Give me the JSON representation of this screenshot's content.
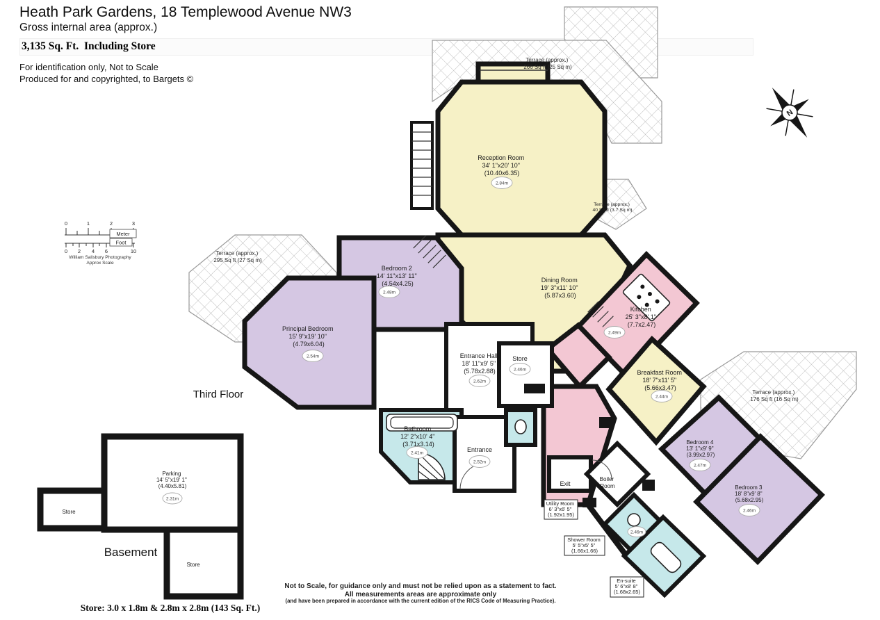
{
  "header": {
    "title": "Heath Park Gardens, 18 Templewood Avenue NW3",
    "subtitle": "Gross internal area (approx.)",
    "area": "3,135 Sq. Ft.  Including Store",
    "note1": "For identification only, Not to Scale",
    "note2": "Produced for and copyrighted, to Bargets ©"
  },
  "floors": {
    "third": "Third Floor",
    "basement": "Basement"
  },
  "rooms": {
    "reception": {
      "name": "Reception Room",
      "ft": "34' 1\"x20' 10\"",
      "m": "(10.40x6.35)",
      "h": "2.84m"
    },
    "dining": {
      "name": "Dining Room",
      "ft": "19' 3\"x11' 10\"",
      "m": "(5.87x3.60)"
    },
    "kitchen": {
      "name": "Kitchen",
      "ft": "25' 3\"x8' 1\"",
      "m": "(7.7x2.47)",
      "h": "2.49m"
    },
    "breakfast": {
      "name": "Breakfast Room",
      "ft": "18' 7\"x11' 5\"",
      "m": "(5.66x3.47)",
      "h": "2.44m"
    },
    "bedroom2": {
      "name": "Bedroom 2",
      "ft": "14' 11\"x13' 11\"",
      "m": "(4.54x4.25)",
      "h": "2.48m"
    },
    "principal": {
      "name": "Principal Bedroom",
      "ft": "15' 9\"x19' 10\"",
      "m": "(4.79x6.04)",
      "h": "2.54m"
    },
    "hall": {
      "name": "Entrance Hall",
      "ft": "18' 11\"x9' 5\"",
      "m": "(5.78x2.88)",
      "h": "2.62m"
    },
    "store": {
      "name": "Store",
      "h": "2.46m"
    },
    "bathroom": {
      "name": "Bathroom",
      "ft": "12' 2\"x10' 4\"",
      "m": "(3.71x3.14)",
      "h": "2.41m"
    },
    "entrance": {
      "name": "Entrance",
      "h": "2.52m"
    },
    "exit": {
      "name": "Exit"
    },
    "boiler": {
      "line1": "Boiler",
      "line2": "Room"
    },
    "utility": {
      "name": "Utility Room",
      "ft": "6' 3\"x6' 5\"",
      "m": "(1.92x1.95)"
    },
    "shower": {
      "name": "Shower Room",
      "ft": "5' 5\"x5' 5\"",
      "m": "(1.66x1.66)",
      "h": "2.46m"
    },
    "ensuite": {
      "name": "En-suite",
      "ft": "5' 6\"x8' 8\"",
      "m": "(1.68x2.65)"
    },
    "bedroom4": {
      "name": "Bedroom 4",
      "ft": "13' 1\"x9' 9\"",
      "m": "(3.99x2.97)",
      "h": "2.47m"
    },
    "bedroom3": {
      "name": "Bedroom 3",
      "ft": "18' 8\"x9' 8\"",
      "m": "(5.68x2.95)",
      "h": "2.46m"
    }
  },
  "terraces": {
    "top": {
      "line1": "Terrace (approx.)",
      "line2": "266 Sq ft (25 Sq m)"
    },
    "left": {
      "line1": "Terrace (approx.)",
      "line2": "295 Sq ft (27 Sq m)"
    },
    "small": {
      "line1": "Terrace (approx.)",
      "line2": "40 Sq ft (3.7 Sq m)"
    },
    "right": {
      "line1": "Terrace (approx.)",
      "line2": "176 Sq ft (16 Sq m)"
    }
  },
  "basement": {
    "parking": {
      "name": "Parking",
      "ft": "14' 5\"x19' 1\"",
      "m": "(4.40x5.81)",
      "h": "2.31m"
    },
    "store_left": "Store",
    "store_right": "Store",
    "note": "Store: 3.0 x 1.8m & 2.8m x 2.8m (143 Sq. Ft.)"
  },
  "scale_bar": {
    "meter_label": "Meter",
    "meter_ticks": [
      "0",
      "1",
      "2",
      "3"
    ],
    "foot_label": "Foot",
    "foot_ticks": [
      "0",
      "2",
      "4",
      "6",
      "10"
    ],
    "credit": "William Salisbury Photography",
    "caption": "Approx Scale"
  },
  "footer": {
    "line1": "Not to Scale, for guidance only and must not be relied upon as a statement to fact.",
    "line2": "All measurements areas are approximate only",
    "line3": "(and have been prepared in accordance with the current edition of the RICS Code of Measuring Practice)."
  },
  "compass": {
    "label": "N"
  },
  "colors": {
    "room_yellow": "#f6f1c6",
    "room_purple": "#d5c7e3",
    "room_pink": "#f3c7d3",
    "room_cyan": "#c6e8ea",
    "wall": "#161616",
    "hatch": "#bdbdbd"
  }
}
